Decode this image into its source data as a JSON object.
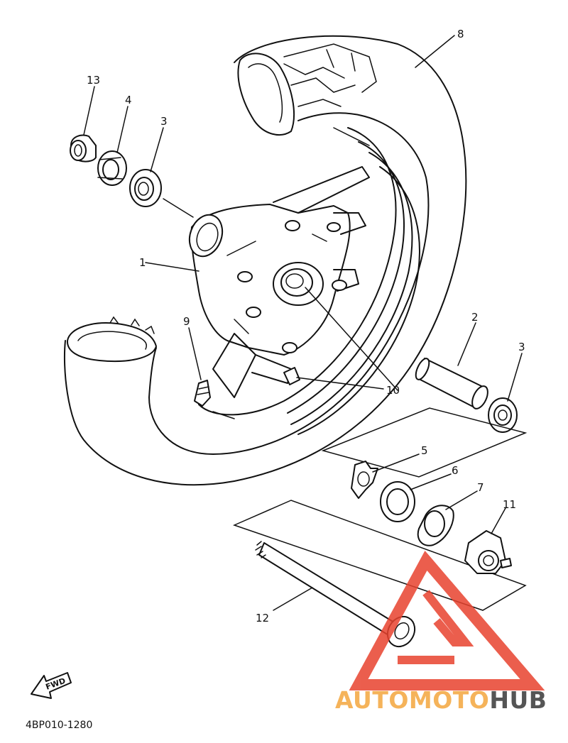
{
  "diagram": {
    "part_code": "4BP010-1280",
    "fwd_label": "FWD",
    "callouts": {
      "c1": "1",
      "c2": "2",
      "c3a": "3",
      "c3b": "3",
      "c4": "4",
      "c5": "5",
      "c6": "6",
      "c7": "7",
      "c8": "8",
      "c9": "9",
      "c10": "10",
      "c11": "11",
      "c12": "12",
      "c13": "13"
    }
  },
  "watermark": {
    "brand_part1": "AUTOMOTO",
    "brand_part2": "HUB",
    "color_part1": "#f5b35a",
    "color_part2": "#555555",
    "logo_color": "#e8432f"
  }
}
